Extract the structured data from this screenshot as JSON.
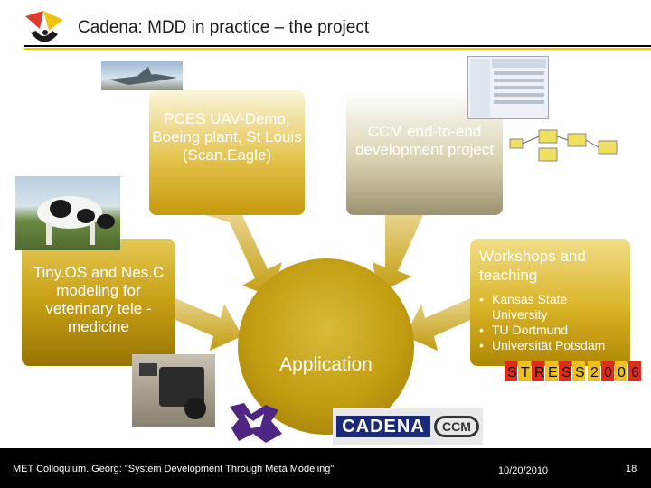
{
  "slide": {
    "title": "Cadena: MDD in practice – the project"
  },
  "boxes": {
    "pces": "PCES UAV-Demo, Boeing plant, St Louis (Scan.Eagle)",
    "ccm": "CCM end-to-end development project",
    "tinyos": "Tiny.OS and Nes.C modeling for veterinary tele -medicine",
    "workshops": {
      "heading": "Workshops and teaching",
      "items": [
        "Kansas State University",
        "TU Dortmund",
        "Universität Potsdam"
      ]
    }
  },
  "center": {
    "label": "Application"
  },
  "logos": {
    "cadena": "CADENA",
    "cadena_suffix": "CCM",
    "stress": [
      "S",
      "T",
      "R",
      "E",
      "S",
      "S",
      "2",
      "0",
      "0",
      "6"
    ]
  },
  "footer": {
    "left": "MET Colloquium. Georg: \"System Development Through Meta Modeling\"",
    "date": "10/20/2010",
    "page": "18"
  },
  "colors": {
    "gold": "#c69e14",
    "rule_yellow": "#f3c20a",
    "footer_bg": "#000000"
  }
}
